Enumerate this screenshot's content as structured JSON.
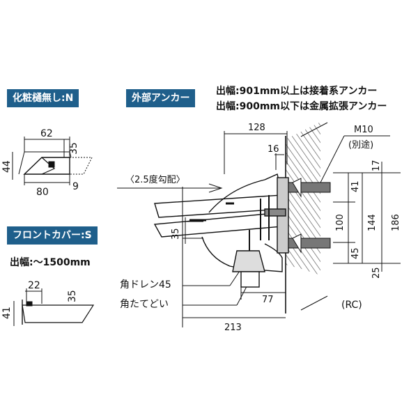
{
  "badges": {
    "n": "化粧樋無し:N",
    "s": "フロントカバー:S",
    "anchor": "外部アンカー"
  },
  "notes": {
    "s_width": "出幅:～1500mm",
    "anchor_line1": "出幅:901mm以上は接着系アンカー",
    "anchor_line2": "出幅:900mm以下は金属拡張アンカー"
  },
  "n_dims": {
    "d62": "62",
    "d35": "35",
    "d44": "44",
    "d80": "80",
    "d9": "9"
  },
  "s_dims": {
    "d22": "22",
    "d35": "35",
    "d41": "41"
  },
  "main": {
    "d128": "128",
    "d16": "16",
    "m10": "M10",
    "separate": "(別途)",
    "slope": "〈2.5度勾配〉",
    "d17": "17",
    "d41": "41",
    "d100": "100",
    "d144": "144",
    "d186": "186",
    "d45": "45",
    "d25": "25",
    "d35": "35",
    "drain": "角ドレン45",
    "pipe": "角たてどい",
    "d77": "77",
    "d213": "213",
    "rc": "(RC)"
  },
  "colors": {
    "badge": "#1f5f8b",
    "line": "#111111",
    "hatch": "#333333"
  }
}
